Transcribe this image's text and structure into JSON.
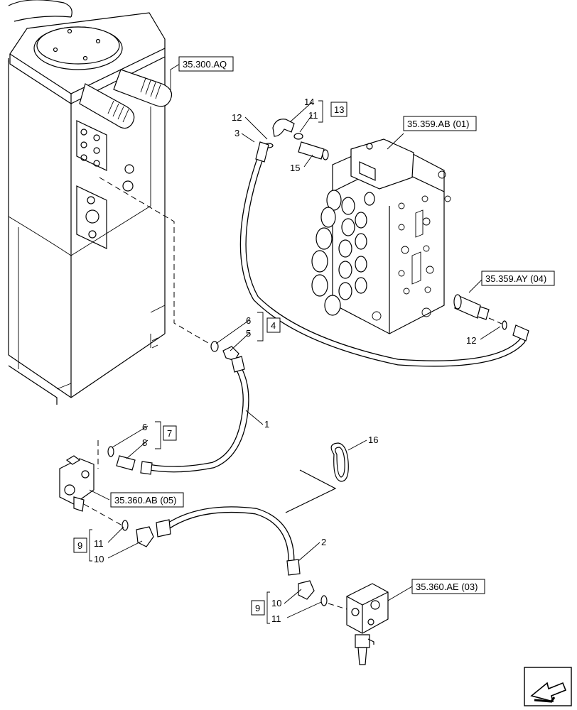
{
  "references": {
    "r35_300_AQ": "35.300.AQ",
    "r35_359_AB": "35.359.AB (01)",
    "r35_359_AY": "35.359.AY (04)",
    "r35_360_AB": "35.360.AB (05)",
    "r35_360_AE": "35.360.AE (03)"
  },
  "kits": {
    "k13": "13",
    "k4": "4",
    "k7": "7",
    "k9a": "9",
    "k9b": "9"
  },
  "callouts": {
    "c14": "14",
    "c11a": "11",
    "c12a": "12",
    "c3": "3",
    "c15": "15",
    "c6a": "6",
    "c5": "5",
    "c12b": "12",
    "c1": "1",
    "c6b": "6",
    "c8": "8",
    "c16": "16",
    "c11b": "11",
    "c10a": "10",
    "c2": "2",
    "c10b": "10",
    "c11c": "11"
  },
  "icons": {
    "nav": "arrow-navigation-icon"
  }
}
